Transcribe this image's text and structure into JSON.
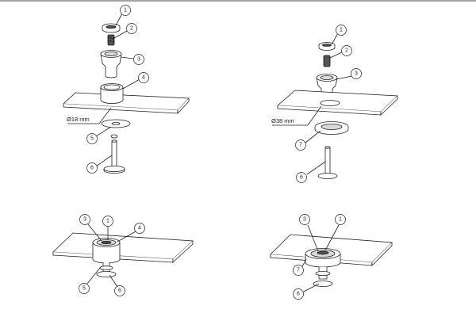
{
  "callouts": {
    "n1": "1",
    "n2": "2",
    "n3": "3",
    "n4": "4",
    "n5": "5",
    "n6": "6",
    "n7": "7"
  },
  "dimensions": {
    "small_hole": "Ø18 mm",
    "large_hole": "Ø38 mm"
  }
}
